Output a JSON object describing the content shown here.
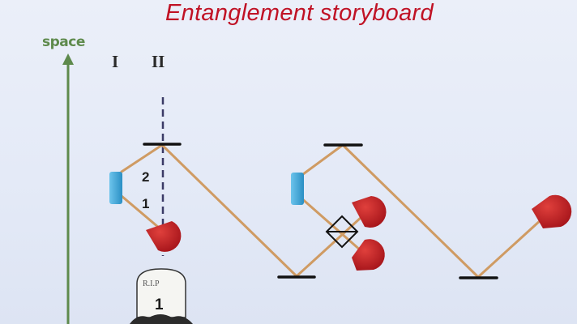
{
  "slide": {
    "title": "Entanglement storyboard",
    "axis_label": "space",
    "path_labels": [
      "I",
      "II"
    ],
    "segment_labels": [
      "2",
      "1"
    ],
    "tombstone": {
      "inscription": "R.I.P",
      "number": "1"
    }
  },
  "elements": {
    "mirrors": [
      "top-mirror-1",
      "bottom-mirror-1",
      "top-mirror-2",
      "bottom-mirror-2"
    ],
    "sources": [
      "blue-source-1",
      "blue-source-2"
    ],
    "detectors": [
      "detector-1",
      "detector-2a",
      "detector-2b",
      "detector-3"
    ],
    "beam_splitter": "beam-splitter"
  },
  "colors": {
    "title": "#c01225",
    "axis": "#5e8a4c",
    "beam": "#cf9b63",
    "detector": "#c81b1e",
    "source": "#3aa4d6",
    "mirror": "#111111"
  }
}
